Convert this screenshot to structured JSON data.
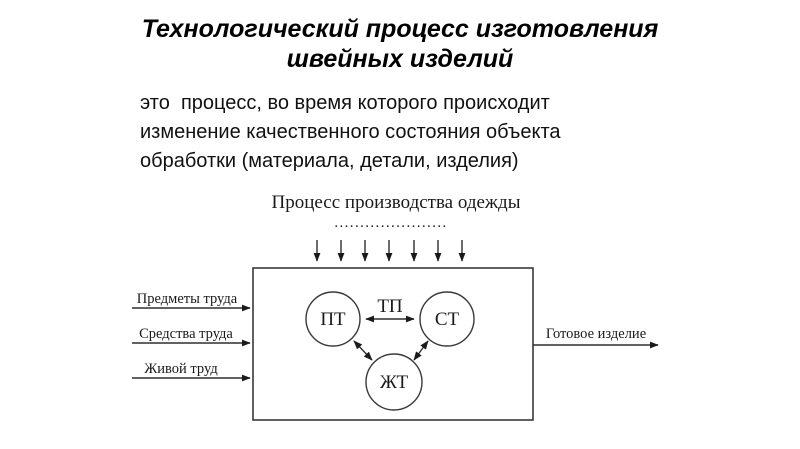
{
  "title": {
    "line1": "Технологический процесс изготовления",
    "line2": "швейных изделий"
  },
  "body": {
    "lines": [
      "это  процесс, во время которого происходит",
      "изменение качественного состояния объекта",
      "обработки (материала, детали, изделия)"
    ]
  },
  "diagram": {
    "heading": "Процесс производства одежды",
    "dotted_line": "......................",
    "inputs": [
      {
        "label": "Предметы труда"
      },
      {
        "label": "Средства труда"
      },
      {
        "label": "Живой труд"
      }
    ],
    "output_label": "Готовое изделие",
    "nodes": {
      "pt": "ПТ",
      "st": "СТ",
      "zht": "ЖТ"
    },
    "edge_label": "ТП"
  },
  "colors": {
    "background": "#ffffff",
    "text": "#000000",
    "diagram_line": "#3a3a3a"
  }
}
